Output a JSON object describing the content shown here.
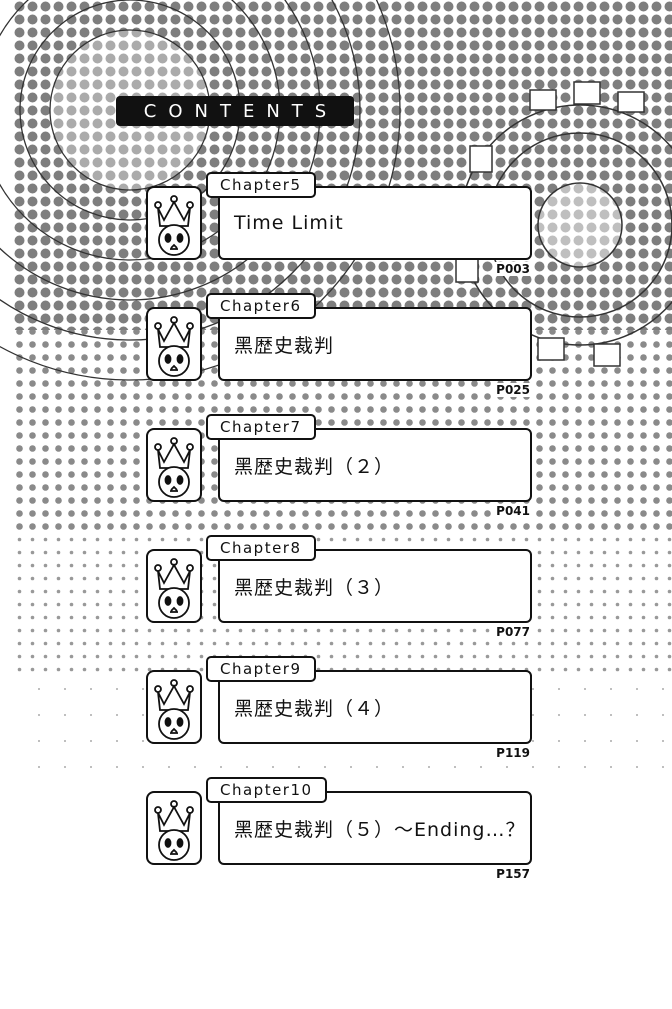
{
  "heading": "CONTENTS",
  "chapters": [
    {
      "label": "Chapter5",
      "title": "Time Limit",
      "page": "P003",
      "icon": "crown-mascot-icon"
    },
    {
      "label": "Chapter6",
      "title": "黑歴史裁判",
      "page": "P025",
      "icon": "crown-mascot-icon"
    },
    {
      "label": "Chapter7",
      "title": "黑歴史裁判（２）",
      "page": "P041",
      "icon": "crown-mascot-icon"
    },
    {
      "label": "Chapter8",
      "title": "黑歴史裁判（３）",
      "page": "P077",
      "icon": "crown-mascot-icon"
    },
    {
      "label": "Chapter9",
      "title": "黑歴史裁判（４）",
      "page": "P119",
      "icon": "crown-mascot-icon"
    },
    {
      "label": "Chapter10",
      "title": "黑歴史裁判（５）〜Ending…？",
      "page": "P157",
      "icon": "crown-mascot-icon"
    }
  ],
  "colors": {
    "ink": "#111111",
    "dot": "#8a8a8a",
    "paper": "#ffffff"
  }
}
